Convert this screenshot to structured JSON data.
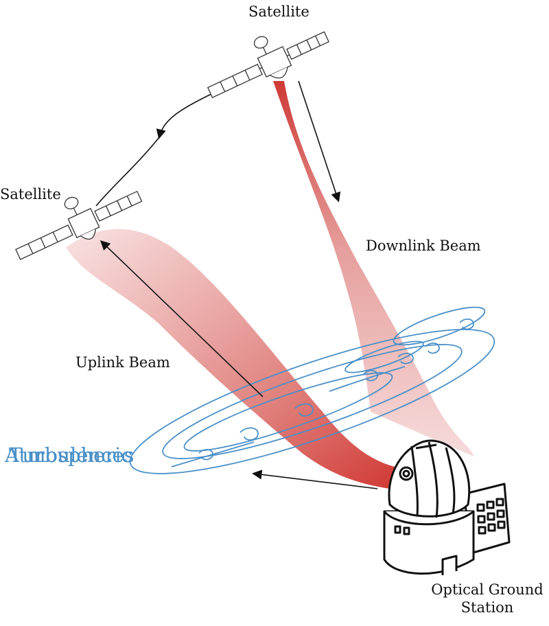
{
  "labels": {
    "satellite_top": "Satellite",
    "satellite_left": "Satellite",
    "downlink": "Downlink Beam",
    "uplink": "Uplink Beam",
    "turbulence_line1": "Atmospheric",
    "turbulence_line2": "Turbulences",
    "station_line1": "Optical Ground",
    "station_line2": "Station"
  },
  "colors": {
    "beam": "#d63a34",
    "turbulence": "#4a90c8",
    "ink": "#111111"
  },
  "icons": [
    "satellite-icon",
    "observatory-icon"
  ]
}
